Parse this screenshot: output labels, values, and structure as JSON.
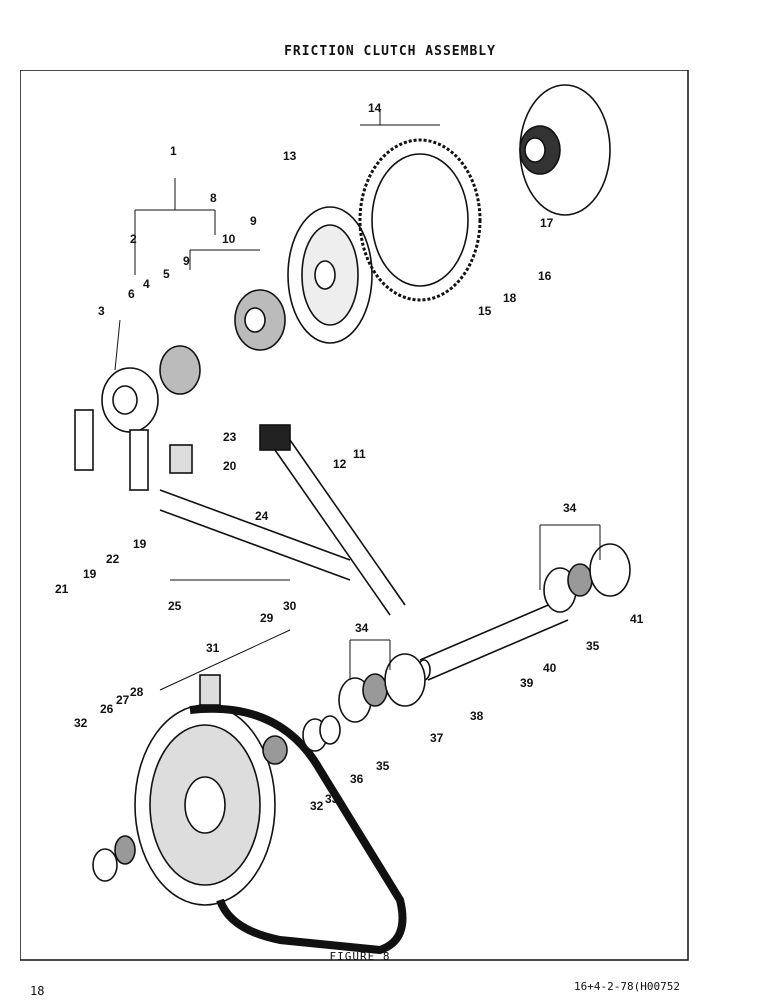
{
  "header": {
    "title": "FRICTION CLUTCH ASSEMBLY"
  },
  "figure": {
    "caption": "FIGURE 8"
  },
  "footer": {
    "page_number": "18",
    "doc_id": "16+4-2-78(H00752"
  },
  "callouts": [
    "1",
    "2",
    "3",
    "4",
    "5",
    "6",
    "8",
    "9",
    "9",
    "10",
    "11",
    "12",
    "13",
    "14",
    "15",
    "16",
    "17",
    "18",
    "19",
    "19",
    "20",
    "21",
    "22",
    "23",
    "24",
    "25",
    "26",
    "27",
    "28",
    "29",
    "30",
    "31",
    "32",
    "32",
    "33",
    "34",
    "34",
    "35",
    "35",
    "36",
    "37",
    "38",
    "39",
    "40",
    "41"
  ]
}
